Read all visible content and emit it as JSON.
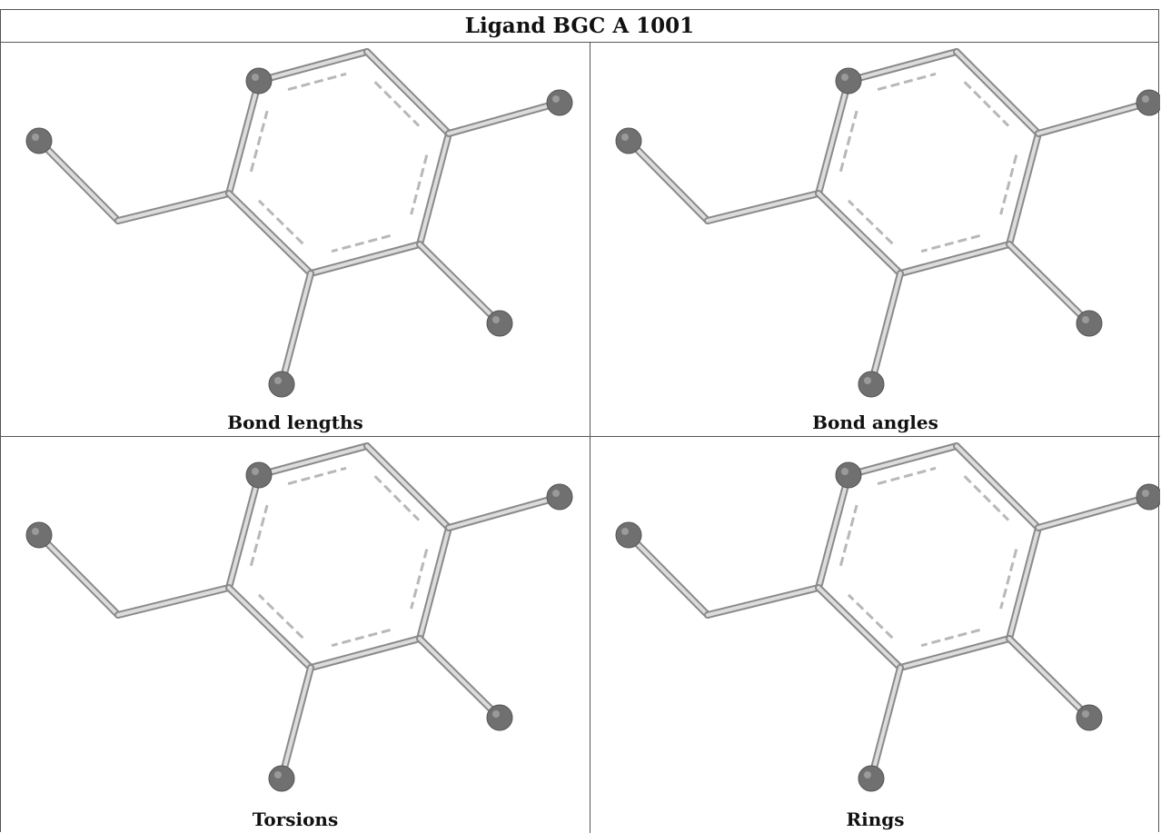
{
  "title": "Ligand BGC A 1001",
  "panels": [
    {
      "caption": "Bond lengths"
    },
    {
      "caption": "Bond angles"
    },
    {
      "caption": "Torsions"
    },
    {
      "caption": "Rings"
    }
  ],
  "colors": {
    "bond": "#b8b8b8",
    "bond_edge": "#8a8a8a",
    "atom": "#707070",
    "border": "#555555"
  }
}
